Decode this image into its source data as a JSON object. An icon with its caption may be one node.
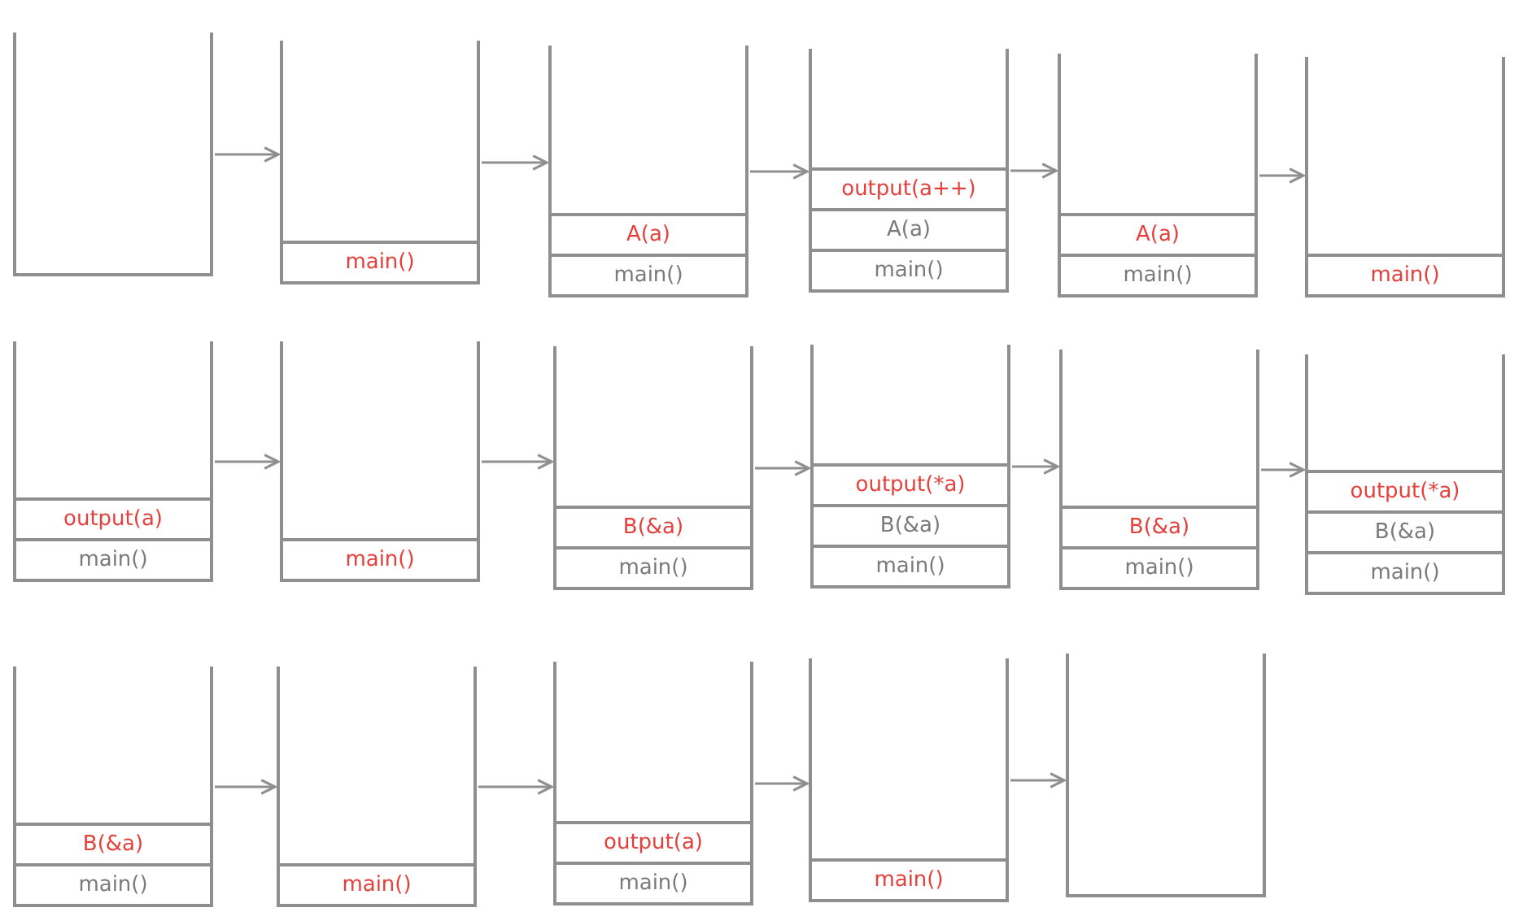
{
  "diagram": {
    "nodes": [
      {
        "text": [],
        "shape": "box"
      },
      {
        "text": [],
        "shape": "box"
      },
      {
        "text": [
          "main()"
        ],
        "in": 1
      },
      {
        "text": [],
        "shape": "box"
      },
      {
        "text": [
          "A(a)"
        ],
        "in": 3
      },
      {
        "text": [
          "main()"
        ],
        "in": 3
      },
      {
        "text": [],
        "shape": "box"
      },
      {
        "text": [
          "output(a++)"
        ],
        "in": 6
      },
      {
        "text": [
          "A(a)"
        ],
        "in": 6
      },
      {
        "text": [
          "main()"
        ],
        "in": 6
      },
      {
        "text": [],
        "shape": "box"
      },
      {
        "text": [
          "A(a)"
        ],
        "in": 10
      },
      {
        "text": [
          "main()"
        ],
        "in": 10
      },
      {
        "text": [],
        "shape": "box"
      },
      {
        "text": [
          "main()"
        ],
        "in": 13
      },
      {
        "text": [],
        "shape": "box"
      },
      {
        "text": [
          "output(a)"
        ],
        "in": 15
      },
      {
        "text": [
          "main()"
        ],
        "in": 15
      },
      {
        "text": [],
        "shape": "box"
      },
      {
        "text": [
          "main()"
        ],
        "in": 18
      },
      {
        "text": [],
        "shape": "box"
      },
      {
        "text": [
          "B(&a)"
        ],
        "in": 20
      },
      {
        "text": [
          "main()"
        ],
        "in": 20
      },
      {
        "text": [],
        "shape": "box"
      },
      {
        "text": [
          "output(*a)"
        ],
        "in": 23
      },
      {
        "text": [
          "B(&a)"
        ],
        "in": 23
      },
      {
        "text": [
          "main()"
        ],
        "in": 23
      },
      {
        "text": [],
        "shape": "box"
      },
      {
        "text": [
          "B(&a)"
        ],
        "in": 27
      },
      {
        "text": [
          "main()"
        ],
        "in": 27
      },
      {
        "text": [],
        "shape": "box"
      },
      {
        "text": [
          "output(*a)"
        ],
        "in": 30
      },
      {
        "text": [
          "B(&a)"
        ],
        "in": 30
      },
      {
        "text": [
          "main()"
        ],
        "in": 30
      },
      {
        "text": [],
        "shape": "box"
      },
      {
        "text": [
          "B(&a)"
        ],
        "in": 34
      },
      {
        "text": [
          "main()"
        ],
        "in": 34
      },
      {
        "text": [],
        "shape": "box"
      },
      {
        "text": [
          "main()"
        ],
        "in": 37
      },
      {
        "text": [],
        "shape": "box"
      },
      {
        "text": [
          "output(a)"
        ],
        "in": 39
      },
      {
        "text": [
          "main()"
        ],
        "in": 39
      },
      {
        "text": [],
        "shape": "box"
      },
      {
        "text": [
          "main()"
        ],
        "in": 42
      },
      {
        "text": [],
        "shape": "box"
      }
    ],
    "edges": [
      {
        "from": 0,
        "to": 1,
        "arrow": "to"
      },
      {
        "from": 1,
        "to": 3,
        "arrow": "to"
      },
      {
        "from": 3,
        "to": 6,
        "arrow": "to"
      },
      {
        "from": 6,
        "to": 10,
        "arrow": "to"
      },
      {
        "from": 10,
        "to": 13,
        "arrow": "to"
      },
      {
        "from": 15,
        "to": 18,
        "arrow": "to"
      },
      {
        "from": 18,
        "to": 20,
        "arrow": "to"
      },
      {
        "from": 20,
        "to": 23,
        "arrow": "to"
      },
      {
        "from": 23,
        "to": 27,
        "arrow": "to"
      },
      {
        "from": 27,
        "to": 30,
        "arrow": "to"
      },
      {
        "from": 34,
        "to": 37,
        "arrow": "to"
      },
      {
        "from": 37,
        "to": 39,
        "arrow": "to"
      },
      {
        "from": 39,
        "to": 42,
        "arrow": "to"
      },
      {
        "from": 42,
        "to": 44,
        "arrow": "to"
      }
    ]
  }
}
